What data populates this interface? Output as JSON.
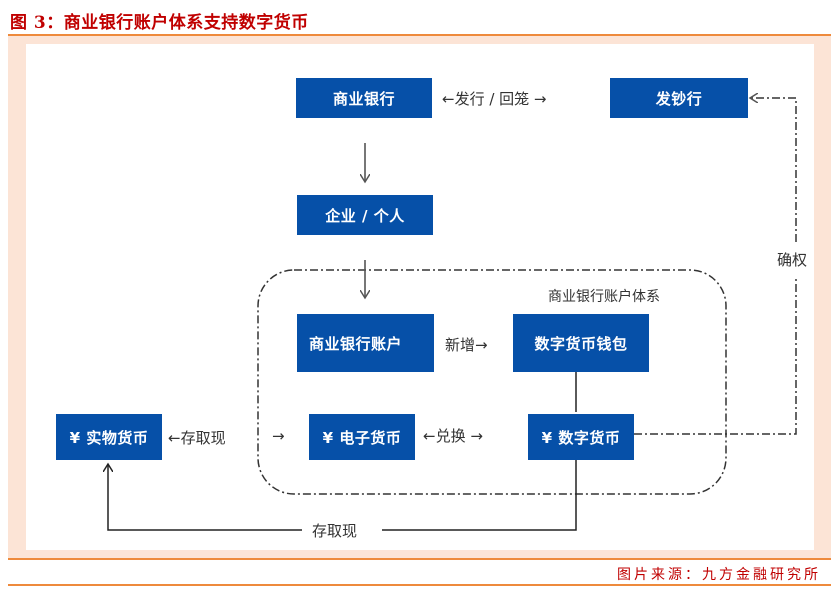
{
  "header": {
    "title": "图 3：商业银行账户体系支持数字货币"
  },
  "footer": {
    "source": "图片来源：九方金融研究所"
  },
  "colors": {
    "box_fill": "#0650a8",
    "title_red": "#c00000",
    "rule_orange": "#ee8a3c",
    "frame_peach": "#fce4d6"
  },
  "diagram": {
    "nodes": {
      "commercial_bank": "商业银行",
      "issuing_bank": "发钞行",
      "enterprise_individual": "企业 / 个人",
      "bank_account": "商业银行账户",
      "digital_wallet": "数字货币钱包",
      "physical_currency": "¥ 实物货币",
      "electronic_currency": "¥ 电子货币",
      "digital_currency": "¥ 数字货币"
    },
    "edge_labels": {
      "issue_recall": "←发行 / 回笼 →",
      "new_add": "新增→",
      "deposit_withdraw_top": "←存取现",
      "deposit_withdraw_arrow": "→",
      "exchange": "←兑换 →",
      "deposit_withdraw_bottom": "存取现",
      "confirm_rights": "确权"
    },
    "group_label": "商业银行账户体系"
  }
}
